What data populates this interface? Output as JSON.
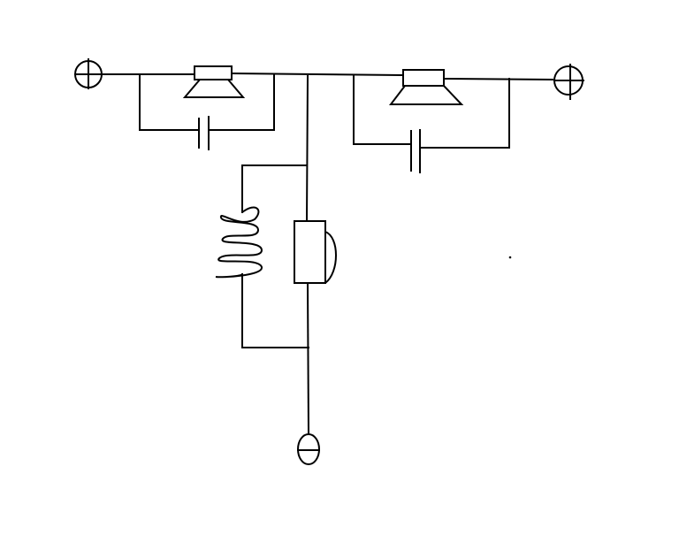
{
  "diagram": {
    "kind": "speaker crossover schematic (hand-drawn)",
    "background": "#ffffff",
    "line_color": "#000000",
    "components": [
      {
        "id": "terminal-left",
        "type": "terminal",
        "symbol": "plus",
        "icon": "plus-terminal-icon"
      },
      {
        "id": "speaker-left",
        "type": "loudspeaker",
        "icon": "speaker-icon"
      },
      {
        "id": "capacitor-left",
        "type": "capacitor",
        "icon": "capacitor-icon"
      },
      {
        "id": "speaker-right",
        "type": "loudspeaker",
        "icon": "speaker-icon"
      },
      {
        "id": "capacitor-right",
        "type": "capacitor",
        "icon": "capacitor-icon"
      },
      {
        "id": "terminal-right",
        "type": "terminal",
        "symbol": "plus",
        "icon": "plus-terminal-icon"
      },
      {
        "id": "inductor",
        "type": "inductor",
        "icon": "coil-icon"
      },
      {
        "id": "bottom-speaker",
        "type": "loudspeaker",
        "icon": "speaker-side-icon"
      },
      {
        "id": "terminal-bottom",
        "type": "terminal",
        "symbol": "minus",
        "icon": "minus-terminal-icon"
      }
    ]
  }
}
